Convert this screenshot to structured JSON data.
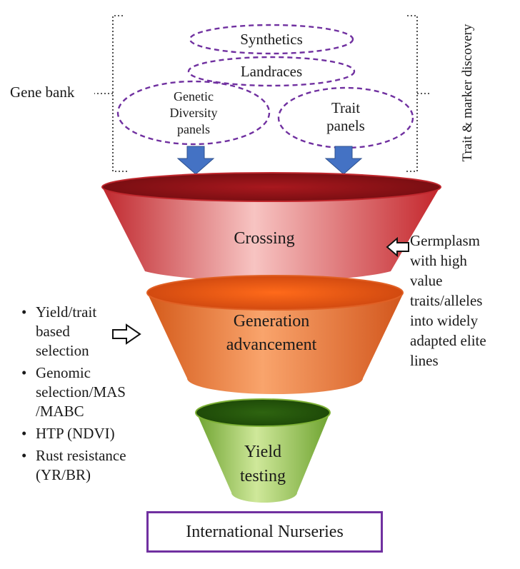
{
  "gene_bank": {
    "label": "Gene bank",
    "panels": {
      "synthetics": "Synthetics",
      "landraces": "Landraces",
      "genetic_diversity": [
        "Genetic",
        "Diversity",
        "panels"
      ],
      "trait_panels": [
        "Trait",
        "panels"
      ]
    }
  },
  "trait_marker_label": "Trait & marker discovery",
  "funnel": {
    "crossing": "Crossing",
    "generation": [
      "Generation",
      "advancement"
    ],
    "yield": [
      "Yield",
      "testing"
    ]
  },
  "germplasm_text": [
    "Germplasm",
    "with high",
    "value",
    "traits/alleles",
    "into widely",
    "adapted elite",
    "lines"
  ],
  "selection_methods": [
    [
      "Yield/trait",
      "based",
      "selection"
    ],
    [
      "Genomic",
      "selection/MAS",
      "/MABC"
    ],
    [
      "HTP (NDVI)"
    ],
    [
      "Rust resistance",
      "(YR/BR)"
    ]
  ],
  "output": "International Nurseries",
  "colors": {
    "panel_outline": "#7030a0",
    "arrow_blue": "#4472c4",
    "crossing_red": "#e0474c",
    "generation_orange": "#f07830",
    "yield_green": "#8cc63f"
  }
}
